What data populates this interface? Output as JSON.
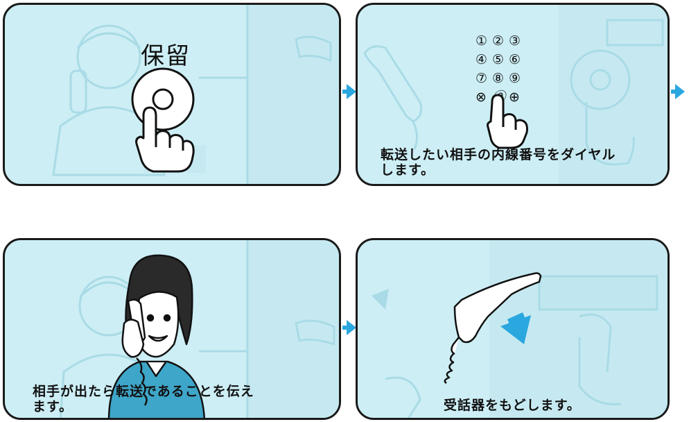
{
  "panels": [
    {
      "id": "step-hold",
      "label": "保留"
    },
    {
      "id": "step-dial",
      "caption": "転送したい相手の内線番号をダイヤル\nします。",
      "keypad": [
        "①",
        "②",
        "③",
        "④",
        "⑤",
        "⑥",
        "⑦",
        "⑧",
        "⑨",
        "⊗",
        "⓪",
        "⊕"
      ]
    },
    {
      "id": "step-announce",
      "caption": "相手が出たら転送であることを伝え\nます。"
    },
    {
      "id": "step-hangup",
      "caption": "受話器をもどします。"
    }
  ],
  "colors": {
    "panel_bg": "#cdeef5",
    "ghost": "#a9dbe6",
    "accent": "#2aa7df",
    "outline": "#1a1a1a"
  }
}
